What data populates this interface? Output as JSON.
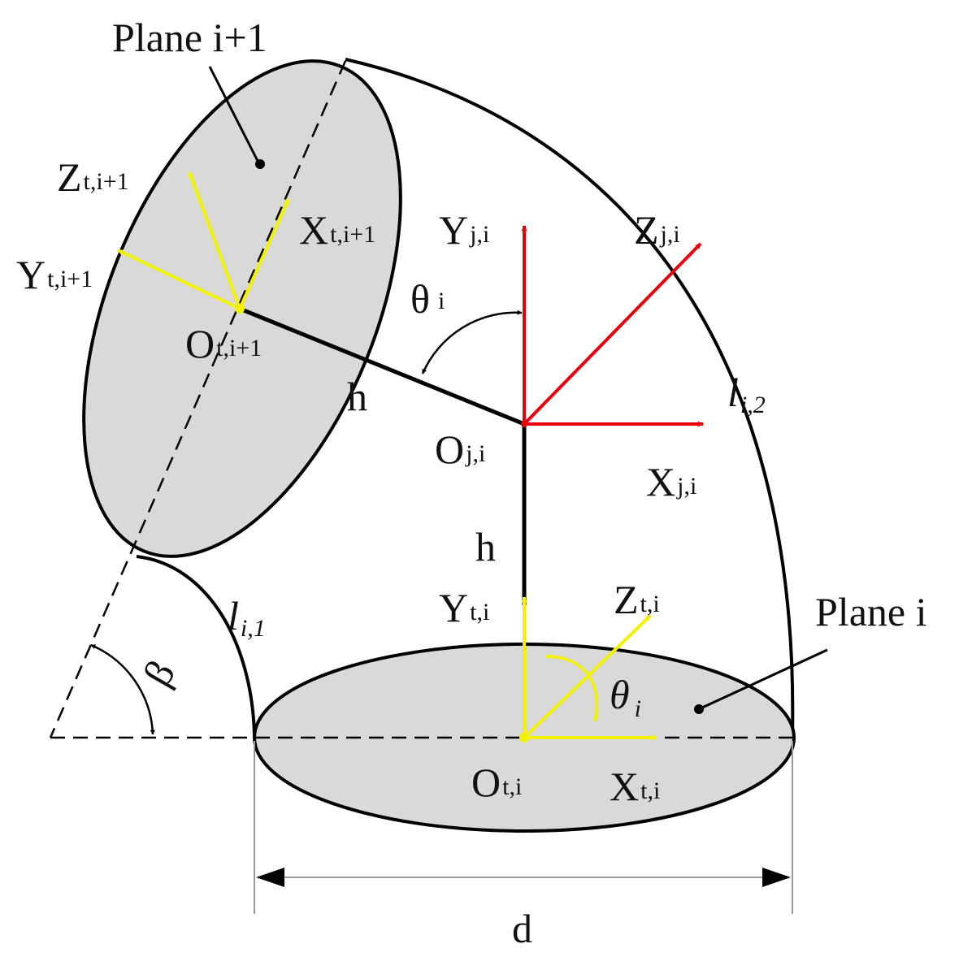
{
  "colors": {
    "outline": "#000000",
    "plane_fill": "#d9d9d9",
    "joint_frame": "#e8000b",
    "tool_frame": "#f2f200",
    "dimension": "#9a9a9a"
  },
  "labels": {
    "plane_upper": "Plane i+1",
    "plane_lower": "Plane i",
    "h_upper": "h",
    "h_lower": "h",
    "d": "d",
    "theta_upper": "θ",
    "theta_upper_sub": "i",
    "theta_lower": "θ",
    "theta_lower_sub": "i",
    "beta": "β",
    "arc_inner": "l",
    "arc_inner_sub": "i,1",
    "arc_outer": "l",
    "arc_outer_sub": "i,2",
    "z_t_next": "Z",
    "z_t_next_sub": "t,i+1",
    "x_t_next": "X",
    "x_t_next_sub": "t,i+1",
    "y_t_next": "Y",
    "y_t_next_sub": "t,i+1",
    "o_t_next": "O",
    "o_t_next_sub": "t,i+1",
    "y_j": "Y",
    "y_j_sub": "j,i",
    "z_j": "Z",
    "z_j_sub": "j,i",
    "x_j": "X",
    "x_j_sub": "j,i",
    "o_j": "O",
    "o_j_sub": "j,i",
    "y_t": "Y",
    "y_t_sub": "t,i",
    "z_t": "Z",
    "z_t_sub": "t,i",
    "x_t": "X",
    "x_t_sub": "t,i",
    "o_t": "O",
    "o_t_sub": "t,i"
  }
}
